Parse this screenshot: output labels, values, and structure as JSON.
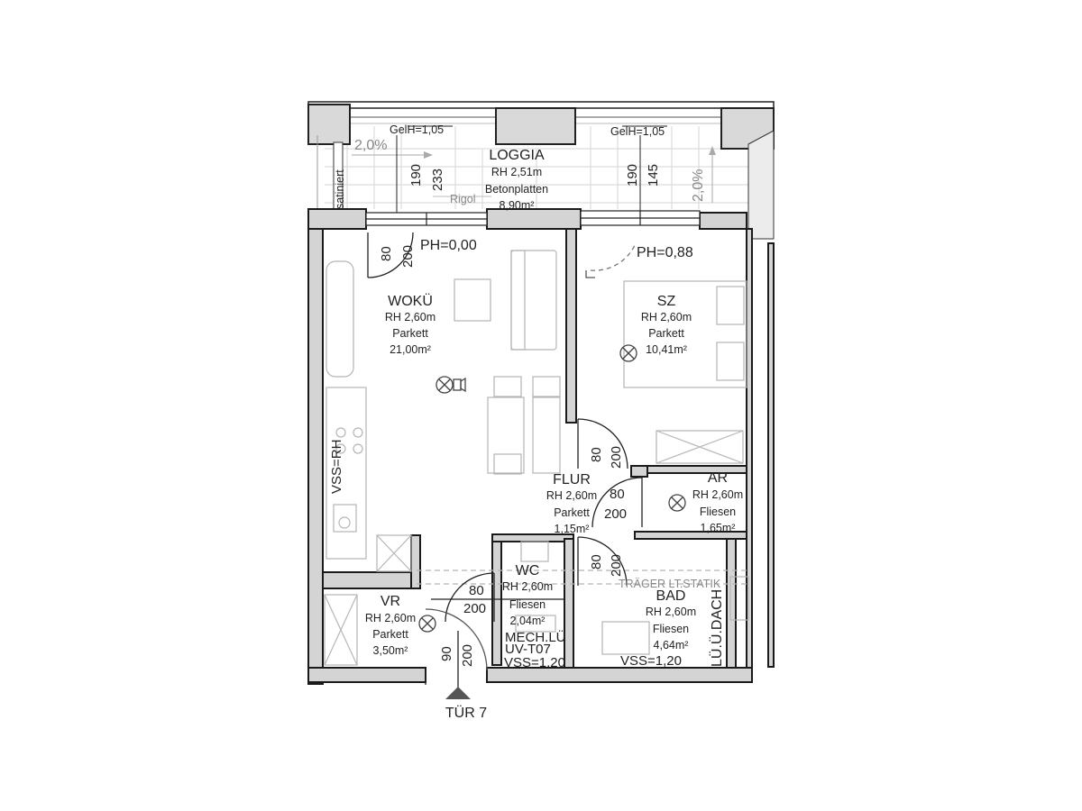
{
  "rooms": {
    "loggia": {
      "name": "LOGGIA",
      "height": "RH 2,51m",
      "floor": "Betonplatten",
      "area": "8,90m²"
    },
    "wokue": {
      "name": "WOKÜ",
      "height": "RH 2,60m",
      "floor": "Parkett",
      "area": "21,00m²"
    },
    "sz": {
      "name": "SZ",
      "height": "RH 2,60m",
      "floor": "Parkett",
      "area": "10,41m²"
    },
    "flur": {
      "name": "FLUR",
      "height": "RH 2,60m",
      "floor": "Parkett",
      "area": "1,15m²"
    },
    "ar": {
      "name": "AR",
      "height": "RH 2,60m",
      "floor": "Fliesen",
      "area": "1,65m²"
    },
    "wc": {
      "name": "WC",
      "height": "RH 2,60m",
      "floor": "Fliesen",
      "area": "2,04m²"
    },
    "bad": {
      "name": "BAD",
      "height": "RH 2,60m",
      "floor": "Fliesen",
      "area": "4,64m²"
    },
    "vr": {
      "name": "VR",
      "height": "RH 2,60m",
      "floor": "Parkett",
      "area": "3,50m²"
    }
  },
  "annotations": {
    "gelh_left": "GelH=1,05",
    "gelh_right": "GelH=1,05",
    "slope_left": "2,0%",
    "slope_right": "2,0%",
    "satiniert": "satiniert",
    "rigol": "Rigol",
    "ph_left": "PH=0,00",
    "ph_right": "PH=0,88",
    "vss_rh": "VSS=RH",
    "vss_wc": "VSS=1,20",
    "vss_bad": "VSS=1,20",
    "mech_lu": "MECH.LÜ",
    "uv": "UV-T07",
    "traeger": "TRÄGER LT.STATIK",
    "lue_dach": "LÜ.Ü.DACH",
    "entrance": "TÜR 7"
  },
  "dimensions": {
    "win_left_w": "190",
    "win_left_h": "233",
    "win_right_w": "190",
    "win_right_h": "145",
    "door_loggia_w": "80",
    "door_loggia_h": "200",
    "door_sz_w": "80",
    "door_sz_h": "200",
    "door_ar_w": "80",
    "door_ar_h": "200",
    "door_bad_w": "80",
    "door_bad_h": "200",
    "door_wc_w": "80",
    "door_wc_h": "200",
    "door_entry_w": "90",
    "door_entry_h": "200"
  }
}
